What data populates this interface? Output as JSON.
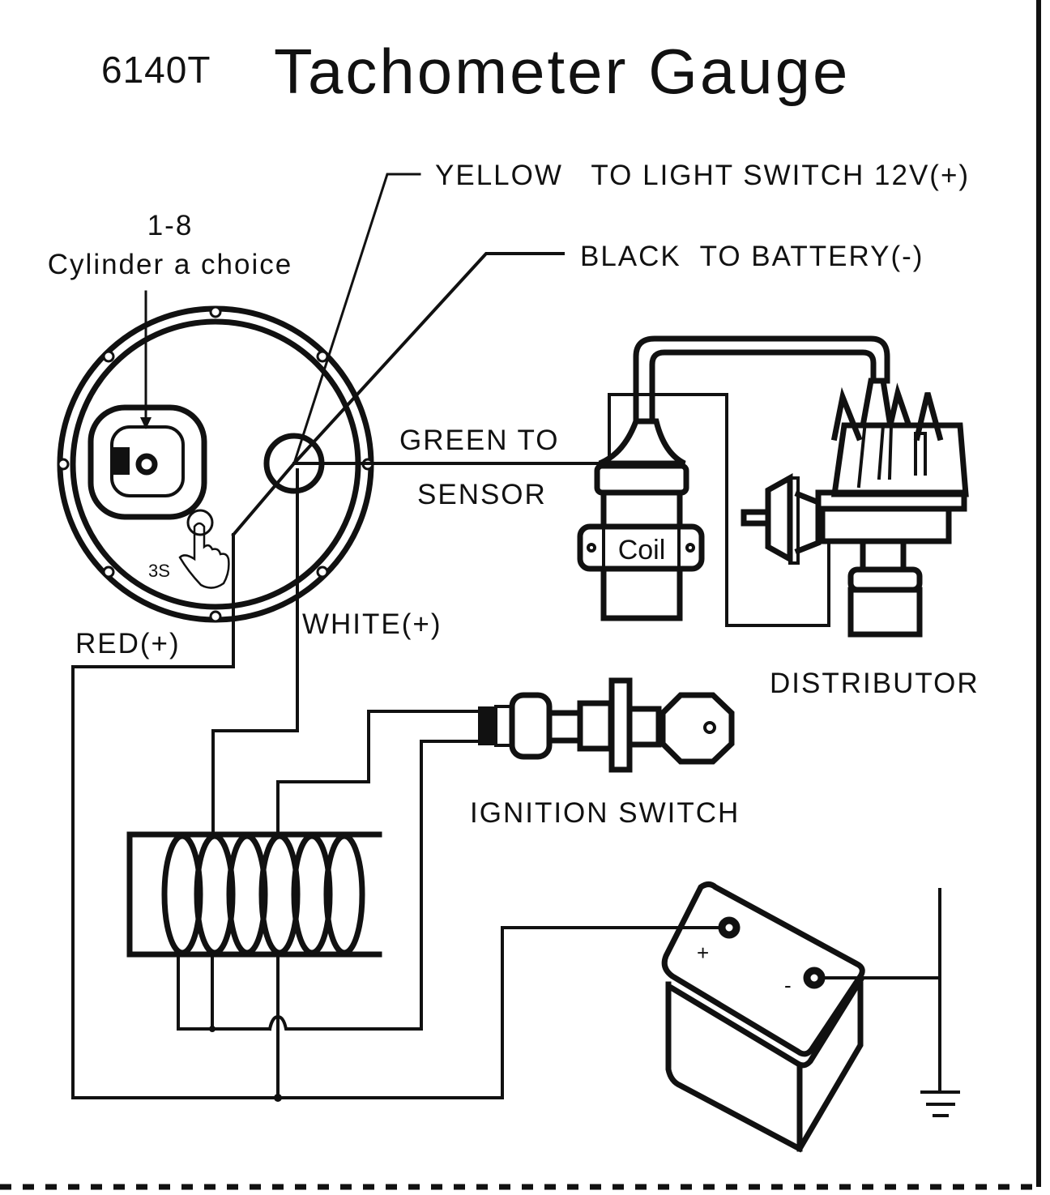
{
  "title": {
    "model": "6140T",
    "name": "Tachometer Gauge"
  },
  "gauge": {
    "cylinder_range": "1-8",
    "cylinder_caption": "Cylinder a choice",
    "press_duration": "3S"
  },
  "wires": {
    "yellow": "YELLOW   TO LIGHT SWITCH 12V(+)",
    "black": "BLACK  TO BATTERY(-)",
    "green_line1": "GREEN TO",
    "green_line2": "SENSOR",
    "white": "WHITE(+)",
    "red": "RED(+)"
  },
  "components": {
    "coil": "Coil",
    "distributor": "DISTRIBUTOR",
    "ignition_switch": "IGNITION SWITCH",
    "battery_plus": "+",
    "battery_minus": "-"
  }
}
